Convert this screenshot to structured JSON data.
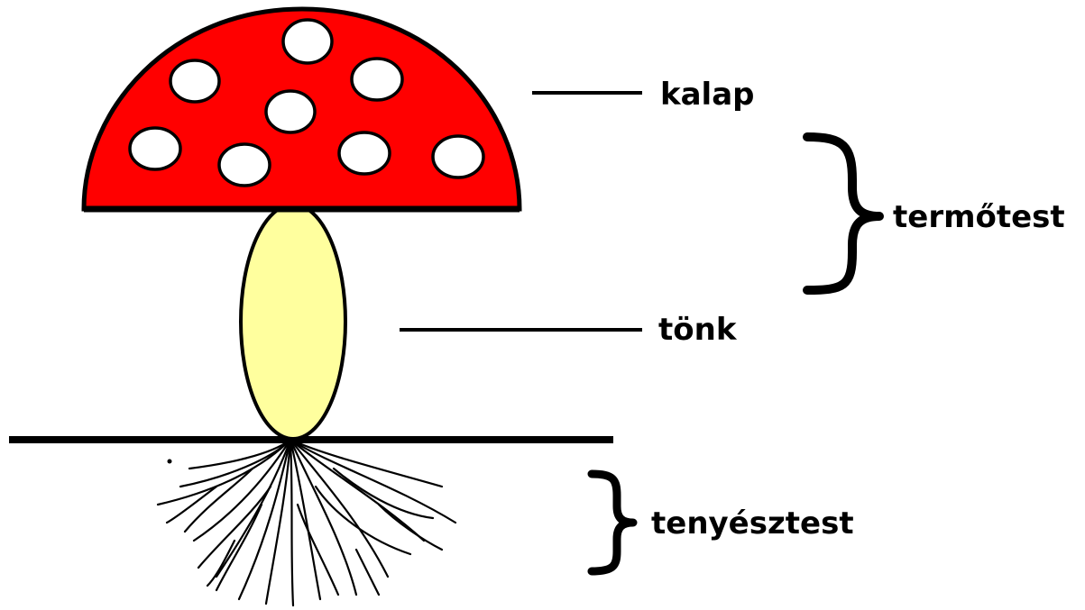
{
  "labels": {
    "cap": "kalap",
    "stem": "tönk",
    "fruiting_body": "termőtest",
    "mycelium": "tenyésztest"
  },
  "colors": {
    "cap": "#ff0000",
    "spots": "#ffffff",
    "stem": "#ffff9e",
    "outline": "#000000"
  }
}
